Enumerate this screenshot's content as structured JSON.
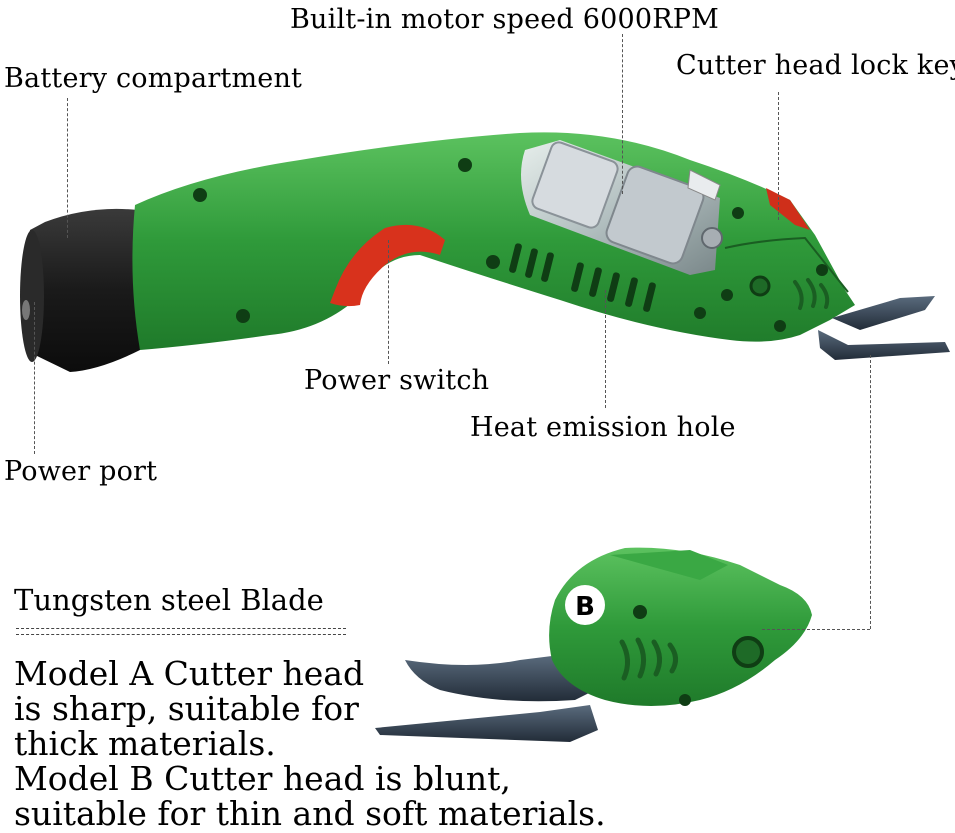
{
  "callouts": {
    "motor": "Built-in motor speed 6000RPM",
    "battery": "Battery compartment",
    "lock_key": "Cutter head lock key",
    "power_switch": "Power switch",
    "heat_hole": "Heat emission hole",
    "power_port": "Power port"
  },
  "blade_section": {
    "heading": "Tungsten steel Blade",
    "lines": [
      "Model A Cutter head",
      "is sharp, suitable for",
      "thick materials.",
      "Model B Cutter head is blunt,",
      "suitable for thin and soft materials."
    ],
    "head_badge": "B"
  },
  "colors": {
    "body_green": "#2e9a3a",
    "battery_black": "#1c1c1c",
    "trigger_red": "#d8321c",
    "blade_steel": "#3b4a5c",
    "motor_silver": "#c9cfd4"
  }
}
